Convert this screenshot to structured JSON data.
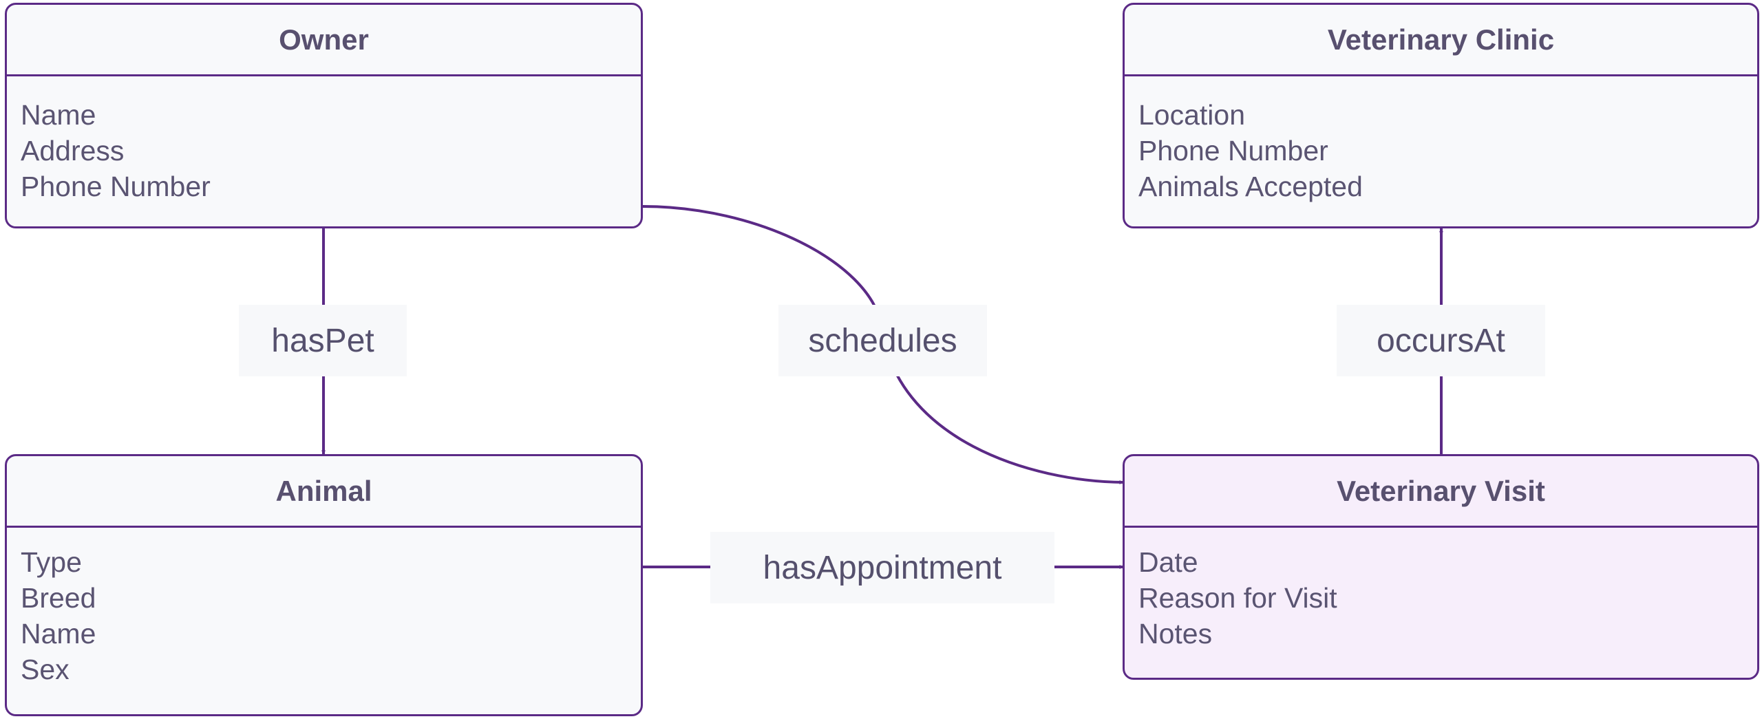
{
  "colors": {
    "stroke": "#5b2a86",
    "entity_fill": "#f8f9fb",
    "highlight_fill": "#f7eefb",
    "label_fill": "#f7f8fa",
    "text": "#5a5472"
  },
  "entities": {
    "owner": {
      "title": "Owner",
      "attributes": [
        "Name",
        "Address",
        "Phone Number"
      ]
    },
    "clinic": {
      "title": "Veterinary Clinic",
      "attributes": [
        "Location",
        "Phone Number",
        "Animals Accepted"
      ]
    },
    "animal": {
      "title": "Animal",
      "attributes": [
        "Type",
        "Breed",
        "Name",
        "Sex"
      ]
    },
    "visit": {
      "title": "Veterinary Visit",
      "attributes": [
        "Date",
        "Reason for Visit",
        "Notes"
      ]
    }
  },
  "relationships": {
    "has_pet": "hasPet",
    "schedules": "schedules",
    "occurs_at": "occursAt",
    "has_appointment": "hasAppointment"
  }
}
